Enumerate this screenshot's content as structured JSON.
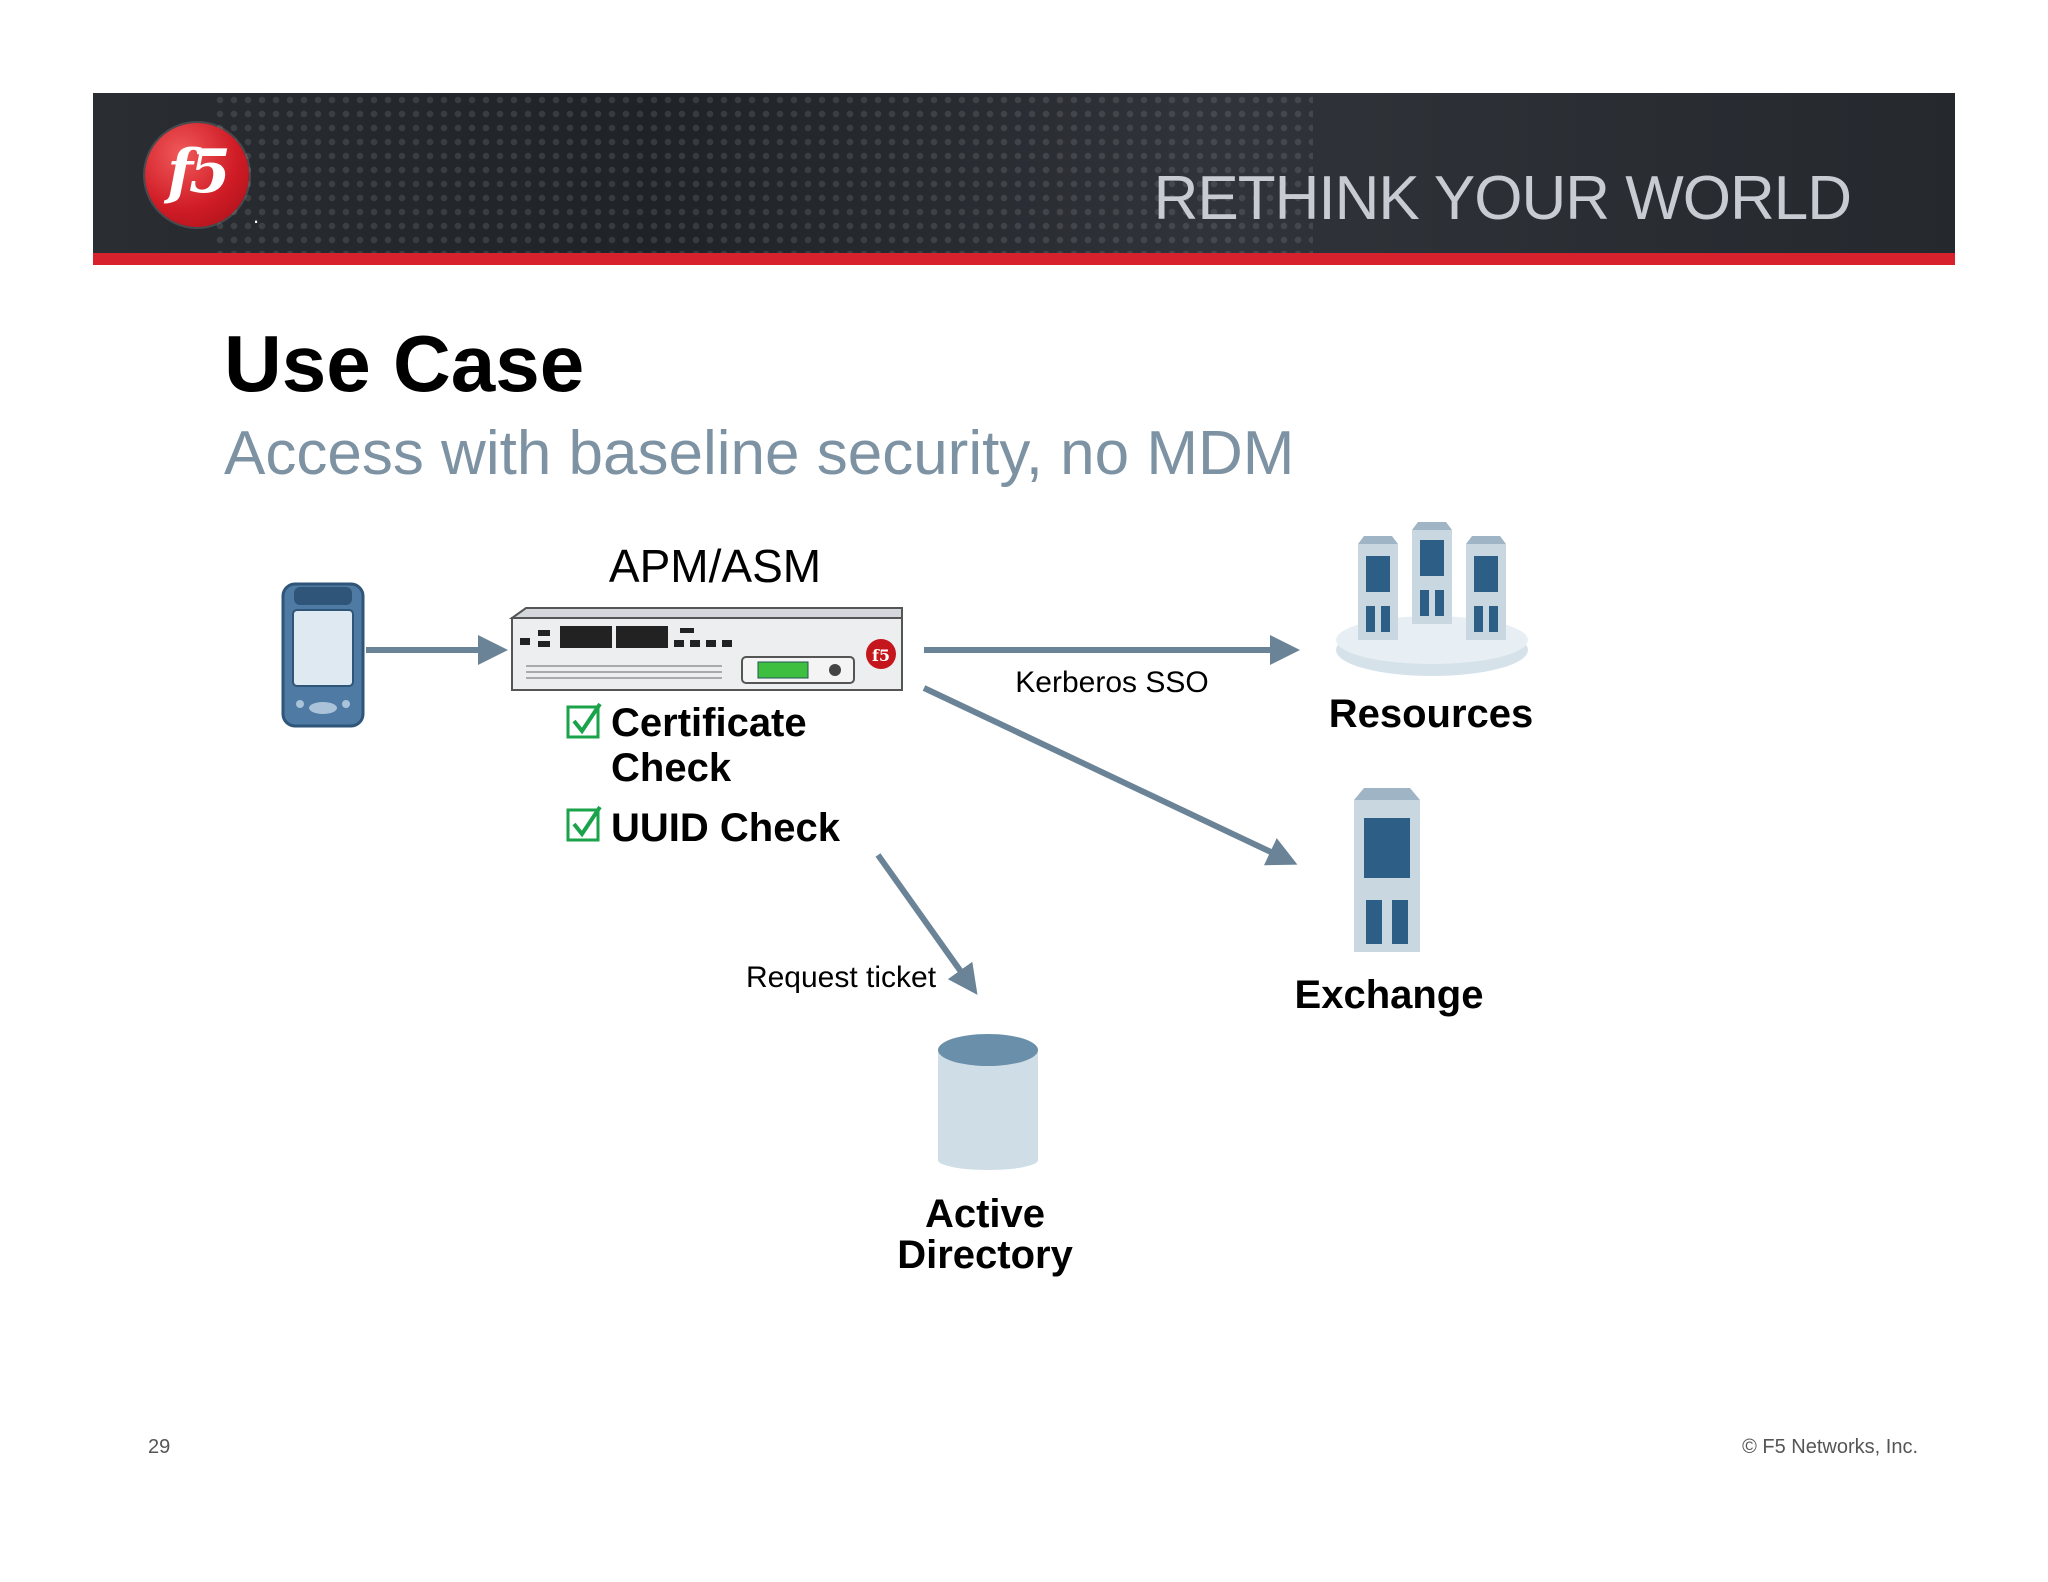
{
  "banner": {
    "logo_text": "f5",
    "tagline": "RETHINK YOUR WORLD"
  },
  "slide": {
    "title": "Use Case",
    "subtitle": "Access with baseline security, no MDM"
  },
  "diagram": {
    "device_label": "APM/ASM",
    "checks": [
      "Certificate",
      "Check",
      "UUID Check"
    ],
    "edge_labels": {
      "kerberos": "Kerberos SSO",
      "request": "Request ticket"
    },
    "nodes": {
      "resources": "Resources",
      "exchange": "Exchange",
      "ad_line1": "Active",
      "ad_line2": "Directory"
    },
    "colors": {
      "arrow": "#6a8396",
      "check": "#1aa34a",
      "server_body": "#c9d7e1",
      "server_dark": "#2d5f86",
      "db_top": "#6a8fab",
      "db_body": "#cfdde7"
    }
  },
  "footer": {
    "page_number": "29",
    "copyright": "© F5 Networks, Inc."
  }
}
